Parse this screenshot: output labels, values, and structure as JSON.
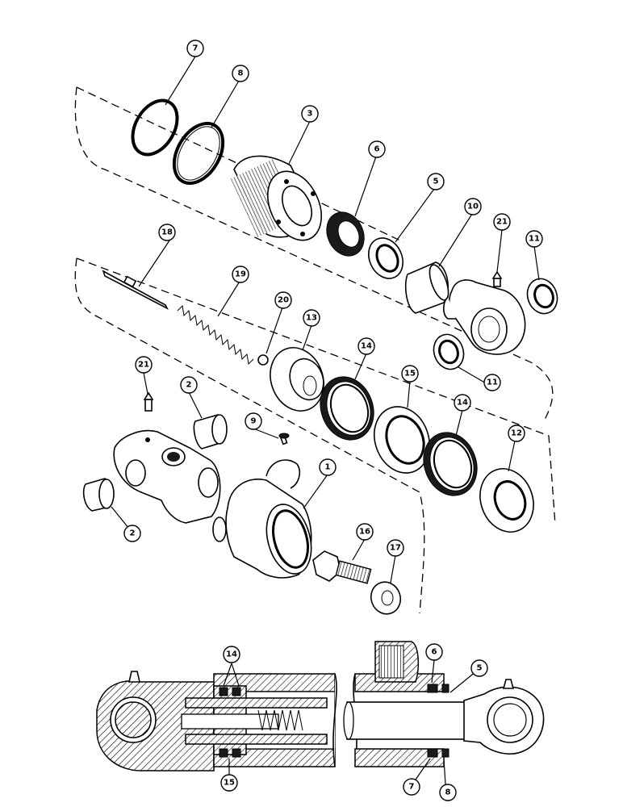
{
  "callouts": {
    "c7": "7",
    "c8": "8",
    "c3": "3",
    "c6": "6",
    "c5": "5",
    "c10": "10",
    "c21a": "21",
    "c11a": "11",
    "c18": "18",
    "c19": "19",
    "c20": "20",
    "c13": "13",
    "c14a": "14",
    "c15a": "15",
    "c14b": "14",
    "c12": "12",
    "c11b": "11",
    "c21b": "21",
    "c2a": "2",
    "c9": "9",
    "c1": "1",
    "c2b": "2",
    "c16": "16",
    "c17": "17"
  },
  "section_callouts": {
    "s14": "14",
    "s15": "15",
    "s6": "6",
    "s5": "5",
    "s7": "7",
    "s8": "8"
  }
}
